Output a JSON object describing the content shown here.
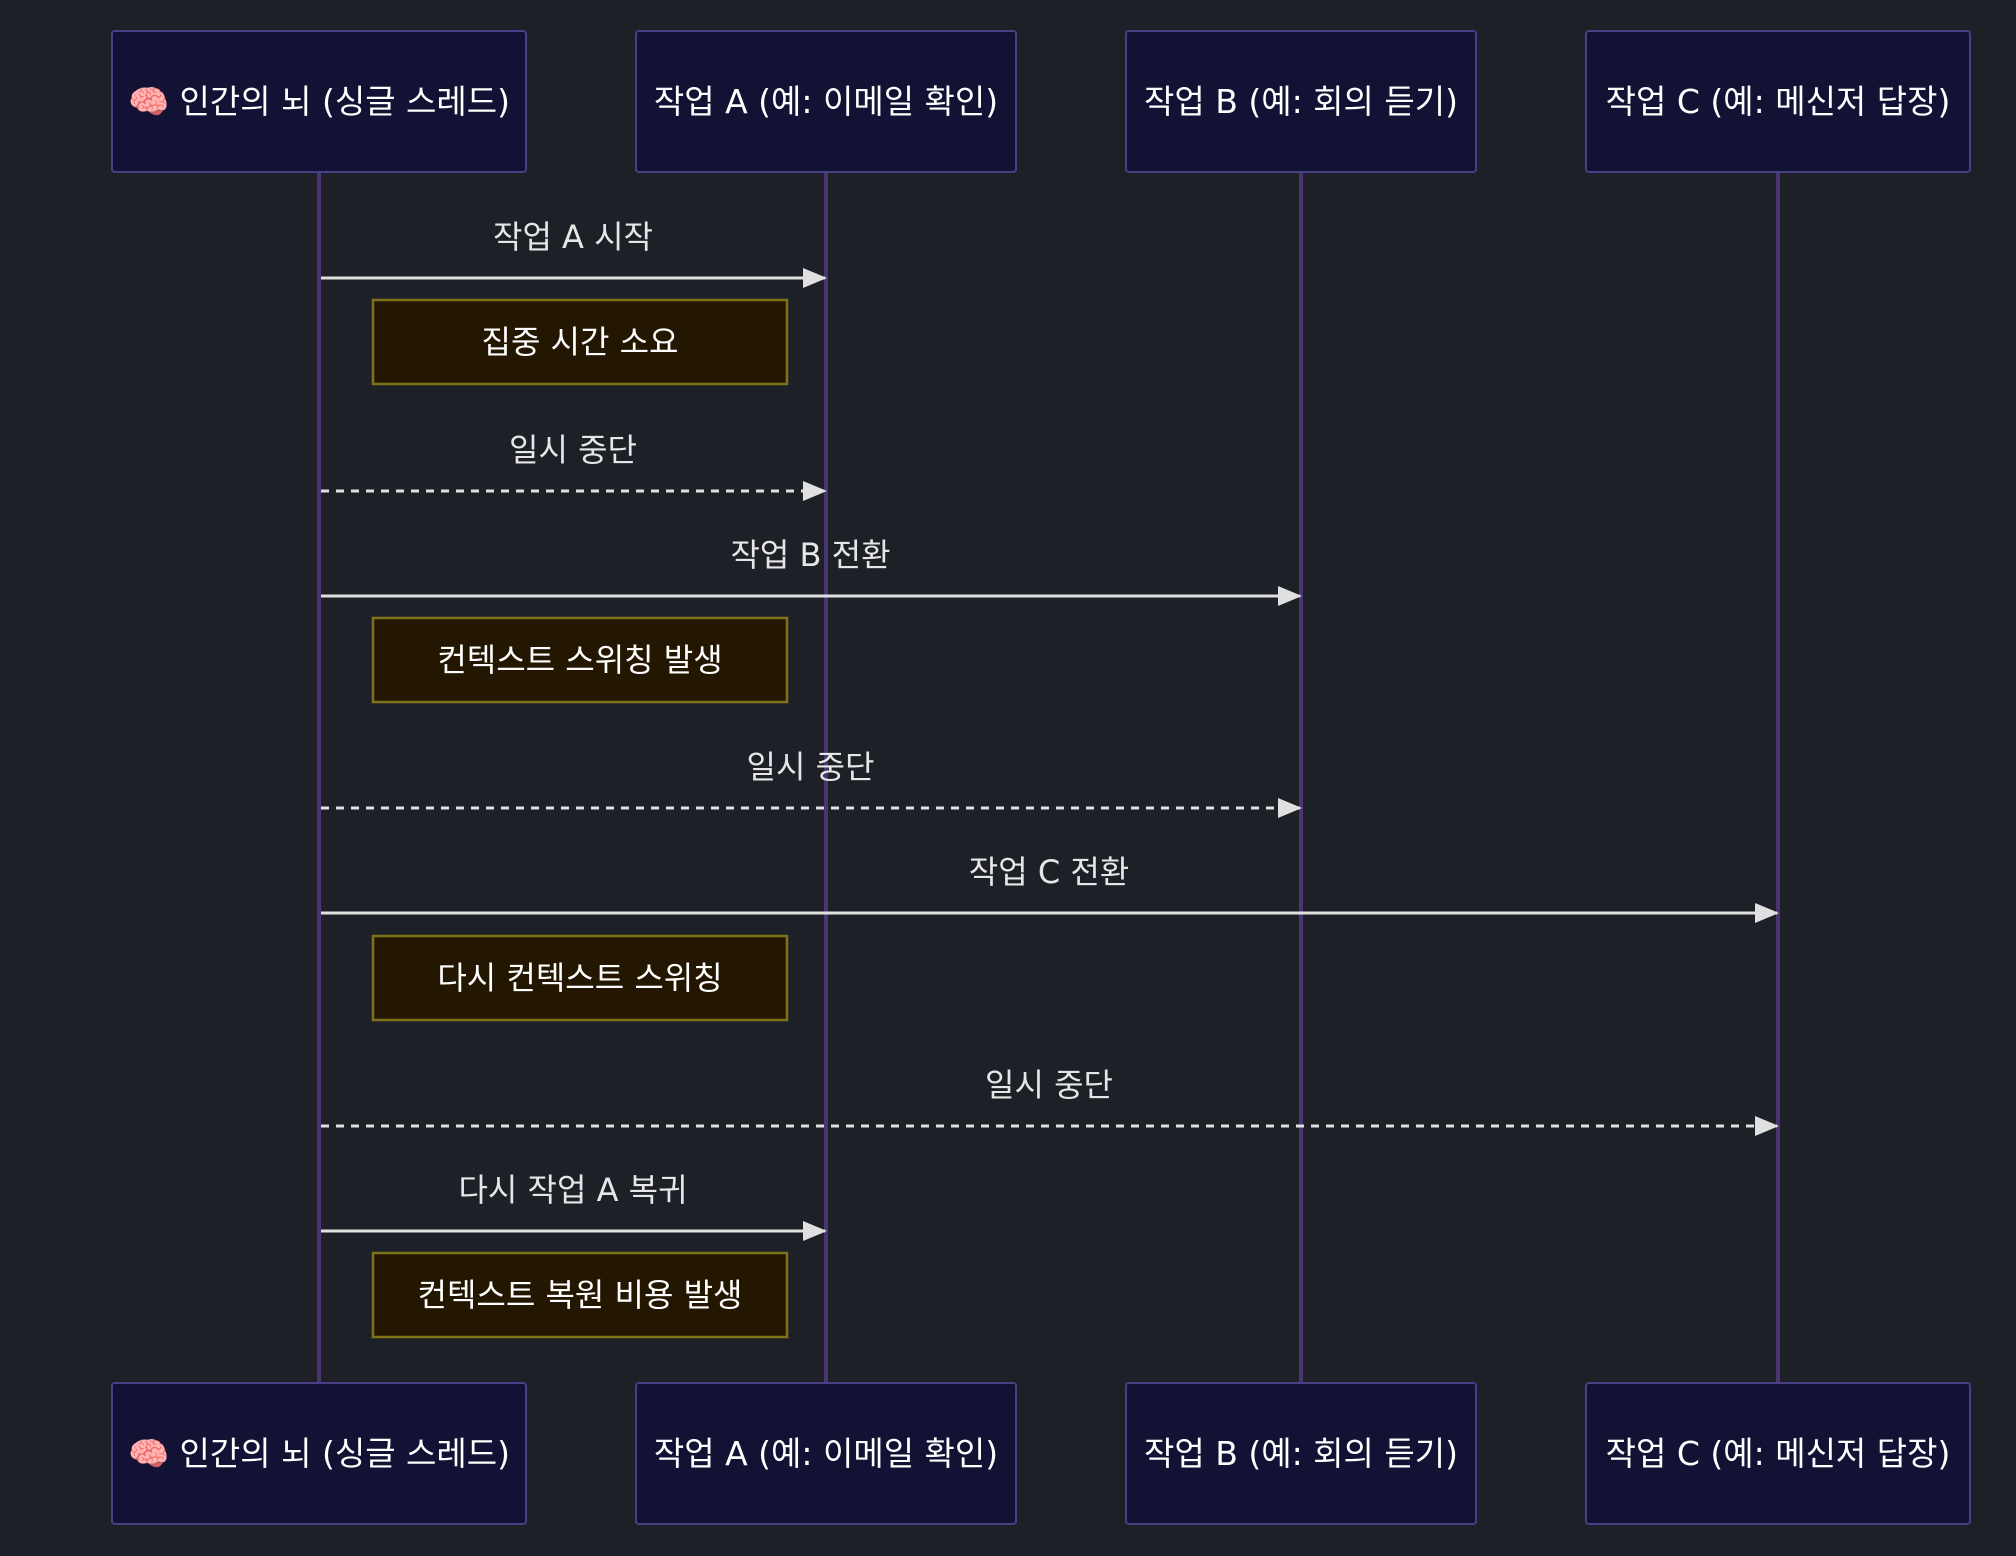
{
  "diagram": {
    "type": "sequence",
    "actors": [
      {
        "id": "brain",
        "label": "🧠 인간의 뇌 (싱글 스레드)"
      },
      {
        "id": "taskA",
        "label": "작업 A (예: 이메일 확인)"
      },
      {
        "id": "taskB",
        "label": "작업 B (예: 회의 듣기)"
      },
      {
        "id": "taskC",
        "label": "작업 C (예: 메신저 답장)"
      }
    ],
    "steps": [
      {
        "kind": "message",
        "from": "brain",
        "to": "taskA",
        "style": "solid",
        "label": "작업 A 시작"
      },
      {
        "kind": "note",
        "over": "brain",
        "label": "집중 시간 소요"
      },
      {
        "kind": "message",
        "from": "brain",
        "to": "taskA",
        "style": "dashed",
        "label": "일시 중단"
      },
      {
        "kind": "message",
        "from": "brain",
        "to": "taskB",
        "style": "solid",
        "label": "작업 B 전환"
      },
      {
        "kind": "note",
        "over": "brain",
        "label": "컨텍스트 스위칭 발생"
      },
      {
        "kind": "message",
        "from": "brain",
        "to": "taskB",
        "style": "dashed",
        "label": "일시 중단"
      },
      {
        "kind": "message",
        "from": "brain",
        "to": "taskC",
        "style": "solid",
        "label": "작업 C 전환"
      },
      {
        "kind": "note",
        "over": "brain",
        "label": "다시 컨텍스트 스위칭"
      },
      {
        "kind": "message",
        "from": "brain",
        "to": "taskC",
        "style": "dashed",
        "label": "일시 중단"
      },
      {
        "kind": "message",
        "from": "brain",
        "to": "taskA",
        "style": "solid",
        "label": "다시 작업 A 복귀"
      },
      {
        "kind": "note",
        "over": "brain",
        "label": "컨텍스트 복원 비용 발생"
      }
    ],
    "colors": {
      "background": "#1e2028",
      "actor_fill": "#111234",
      "actor_border": "#4a3f86",
      "lifeline": "#4a3472",
      "message": "#e0e0e0",
      "note_fill": "#231702",
      "note_border": "#7d7418"
    }
  }
}
